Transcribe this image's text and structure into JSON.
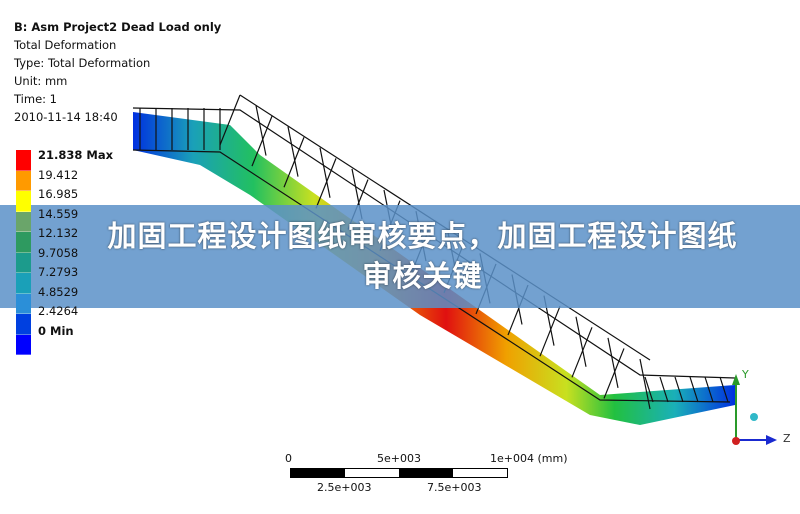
{
  "info": {
    "title": "B: Asm Project2 Dead Load only",
    "result": "Total Deformation",
    "type": "Type: Total Deformation",
    "unit": "Unit: mm",
    "time": "Time: 1",
    "date": "2010-11-14 18:40"
  },
  "legend": {
    "labels": [
      "21.838 Max",
      "19.412",
      "16.985",
      "14.559",
      "12.132",
      "9.7058",
      "7.2793",
      "4.8529",
      "2.4264",
      "0 Min"
    ],
    "colors": [
      "#ff0000",
      "#ff9a00",
      "#ffff00",
      "#6aa56a",
      "#2e9a60",
      "#1c9b8c",
      "#1aa0b8",
      "#2b8fd8",
      "#0040e0",
      "#0000ff"
    ]
  },
  "banner": {
    "text": "加固工程设计图纸审核要点，加固工程设计图纸审核关键"
  },
  "scale_bar": {
    "top_labels": [
      "0",
      "5e+003",
      "1e+004 (mm)"
    ],
    "bottom_labels": [
      "2.5e+003",
      "7.5e+003"
    ]
  },
  "triad": {
    "y": "Y",
    "z": "Z"
  }
}
